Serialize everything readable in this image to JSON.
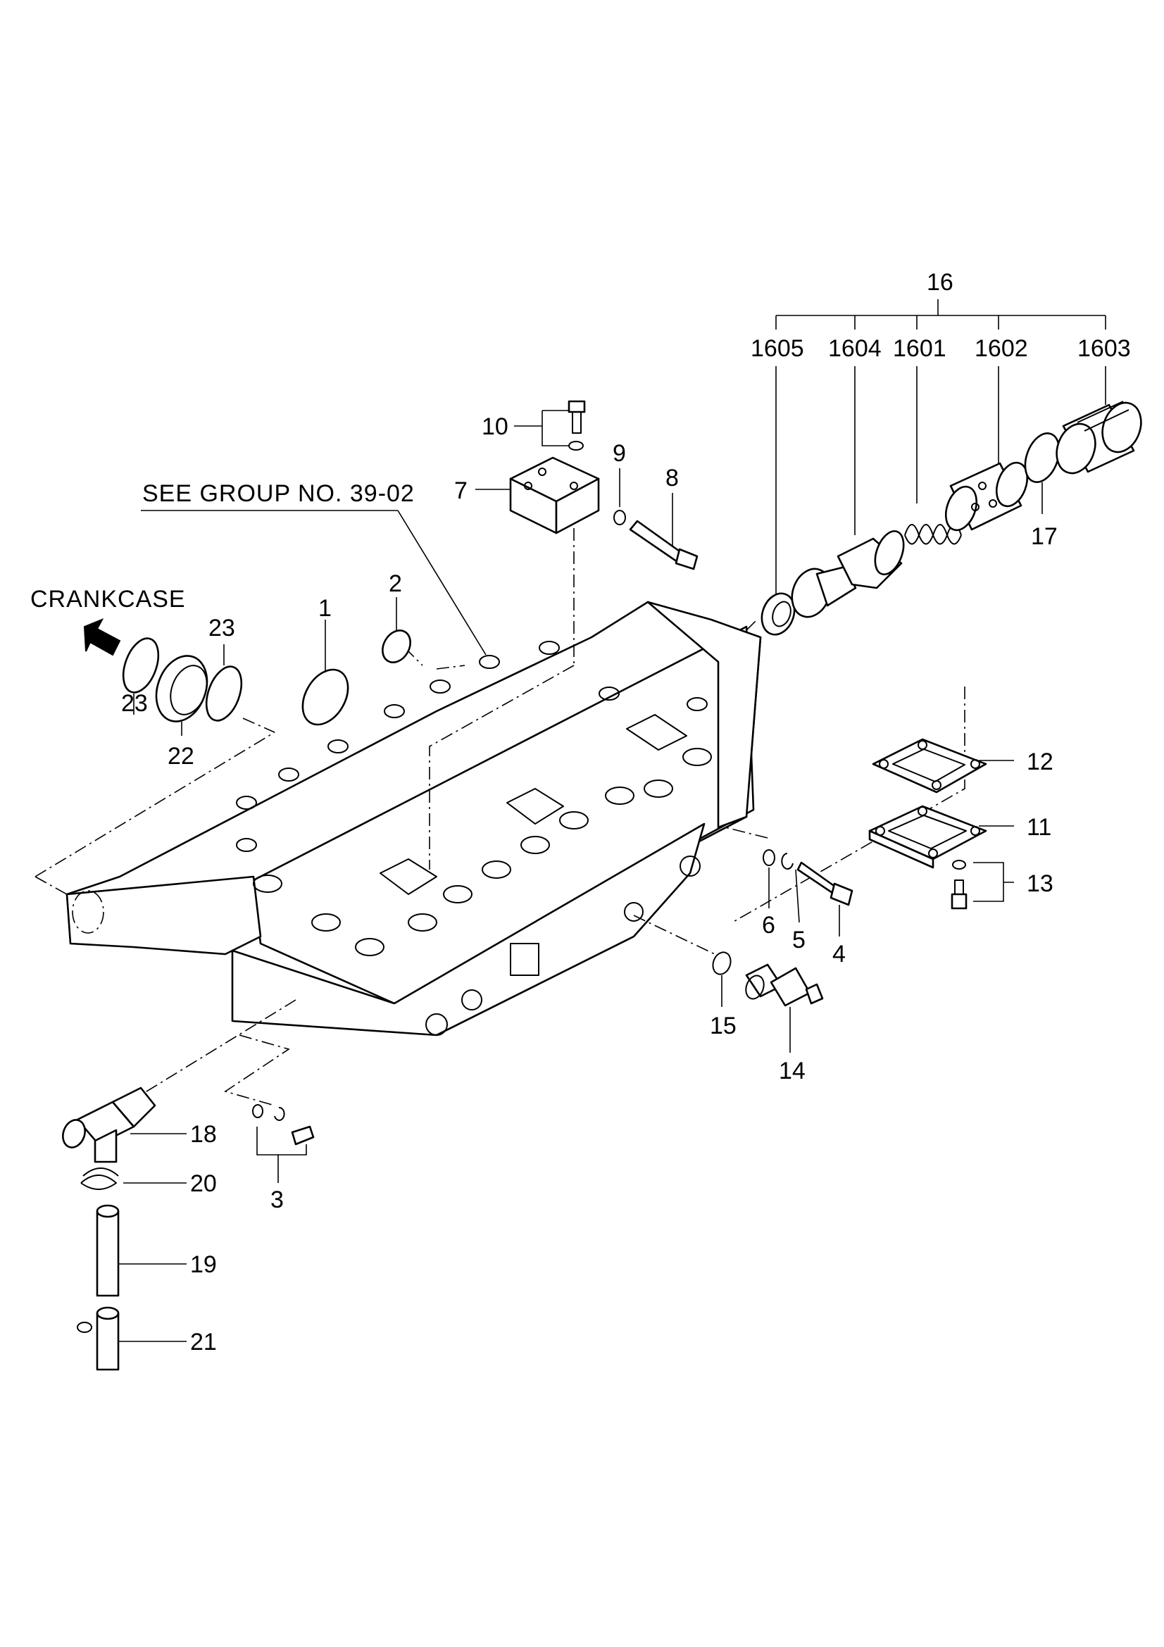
{
  "references": {
    "see_group": "SEE GROUP NO. 39-02",
    "crankcase": "CRANKCASE"
  },
  "labels": {
    "p1": "1",
    "p2": "2",
    "p3": "3",
    "p4": "4",
    "p5": "5",
    "p6": "6",
    "p7": "7",
    "p8": "8",
    "p9": "9",
    "p10": "10",
    "p11": "11",
    "p12": "12",
    "p13": "13",
    "p14": "14",
    "p15": "15",
    "p16": "16",
    "p17": "17",
    "p18": "18",
    "p19": "19",
    "p20": "20",
    "p21": "21",
    "p22": "22",
    "p23a": "23",
    "p23b": "23",
    "p1601": "1601",
    "p1602": "1602",
    "p1603": "1603",
    "p1604": "1604",
    "p1605": "1605"
  }
}
